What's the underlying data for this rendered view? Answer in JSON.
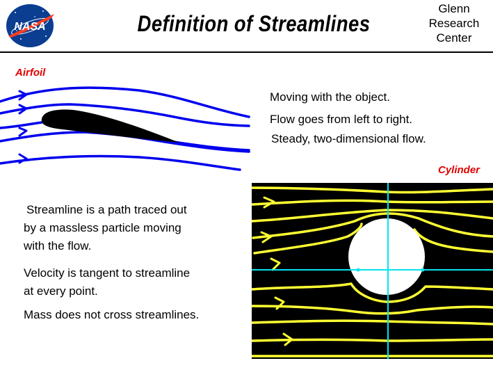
{
  "header": {
    "logo_text": "NASA",
    "title": "Definition of Streamlines",
    "center_name": [
      "Glenn",
      "Research",
      "Center"
    ]
  },
  "airfoil": {
    "label": "Airfoil",
    "flow_color": "#0000ee",
    "body_color": "#000000"
  },
  "notes": [
    "Moving with the object.",
    "Flow goes from left to right.",
    "Steady, two-dimensional flow."
  ],
  "cylinder": {
    "label": "Cylinder",
    "background_color": "#000000",
    "streamline_color": "#ffff33",
    "axis_color": "#00e5ee",
    "body_color": "#ffffff"
  },
  "definitions": {
    "line1": "Streamline is a path traced out",
    "line2": "by a massless particle moving",
    "line3": "with the flow.",
    "velocity_line1": "Velocity is tangent to streamline",
    "velocity_line2": "at every point.",
    "mass": "Mass does not cross streamlines."
  },
  "colors": {
    "label_red": "#e00000",
    "nasa_blue": "#0b3d91",
    "nasa_red": "#fc3d21"
  }
}
